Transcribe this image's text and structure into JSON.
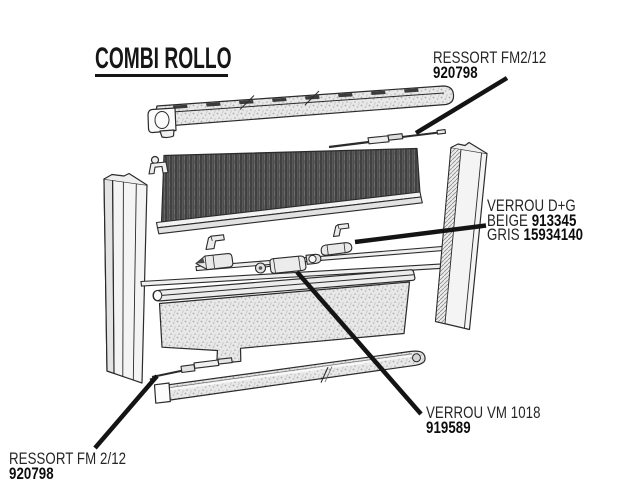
{
  "title": "COMBI ROLLO",
  "labels": {
    "ressort_top": {
      "name": "RESSORT FM2/12",
      "part_no": "920798"
    },
    "verrou_dg": {
      "name": "VERROU D+G",
      "beige_label": "BEIGE",
      "beige_part": "913345",
      "gris_label": "GRIS",
      "gris_part": "15934140"
    },
    "verrou_vm": {
      "name": "VERROU VM 1018",
      "part_no": "919589"
    },
    "ressort_bottom": {
      "name": "RESSORT FM 2/12",
      "part_no": "920798"
    }
  },
  "colors": {
    "ink": "#1a1a1a",
    "paper": "#ffffff",
    "screen_dark": "#5d5d5d",
    "texture_light": "#e8e8e8"
  }
}
